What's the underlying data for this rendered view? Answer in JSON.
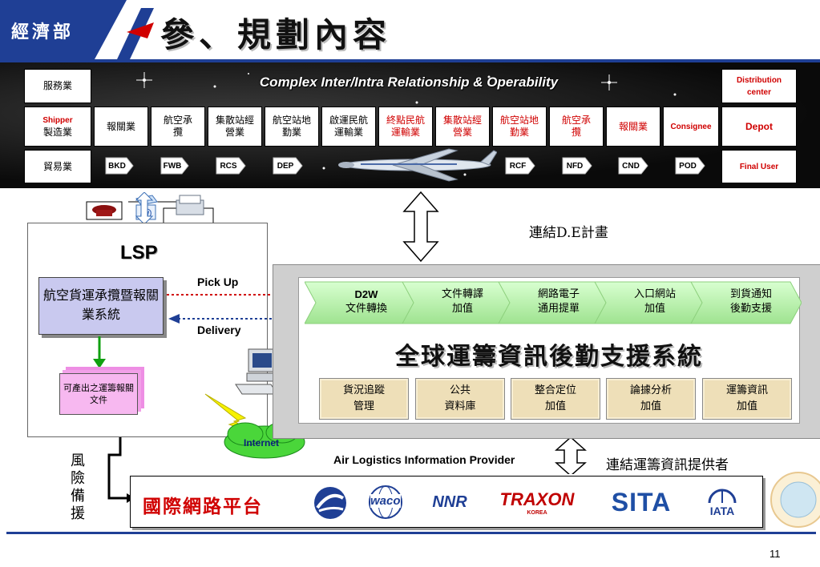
{
  "header": {
    "ministry": "經濟部",
    "title": "參、規劃內容"
  },
  "band": {
    "title": "Complex Inter/Intra Relationship & Operability",
    "row1": {
      "service": "服務業",
      "distribution": "Distribution center"
    },
    "row2": {
      "shipper_en": "Shipper",
      "shipper_zh": "製造業",
      "cells": [
        "報關業",
        "航空承攬",
        "集散站經營業",
        "航空站地勤業",
        "啟運民航運輸業",
        "終點民航運輸業",
        "集散站經營業",
        "航空站地勤業",
        "航空承攬",
        "報關業"
      ],
      "consignee": "Consignee",
      "depot": "Depot"
    },
    "row3": {
      "trade": "貿易業",
      "tags": [
        "BKD",
        "FWB",
        "RCS",
        "DEP",
        "RCF",
        "NFD",
        "CND",
        "POD"
      ],
      "final_user": "Final User"
    }
  },
  "lsp": {
    "label": "LSP",
    "system": "航空貨運承攬暨報關業系統",
    "docs": "可產出之運籌報關文件",
    "pickup": "Pick Up",
    "delivery": "Delivery"
  },
  "links": {
    "de_plan": "連結D.E計畫",
    "provider_en": "Air Logistics Information Provider",
    "provider_zh": "連結運籌資訊提供者",
    "internet": "Internet",
    "risk": "風險備援"
  },
  "global": {
    "title": "全球運籌資訊後勤支援系統",
    "chevrons": [
      {
        "line1": "D2W",
        "line2": "文件轉換"
      },
      {
        "line1": "文件轉譯",
        "line2": "加值"
      },
      {
        "line1": "網路電子",
        "line2": "通用提單"
      },
      {
        "line1": "入口網站",
        "line2": "加值"
      },
      {
        "line1": "到貨通知",
        "line2": "後勤支援"
      }
    ],
    "services": [
      {
        "line1": "貨況追蹤",
        "line2": "管理"
      },
      {
        "line1": "公共",
        "line2": "資料庫"
      },
      {
        "line1": "整合定位",
        "line2": "加值"
      },
      {
        "line1": "論據分析",
        "line2": "加值"
      },
      {
        "line1": "運籌資訊",
        "line2": "加值"
      }
    ]
  },
  "platform": {
    "title": "國際網路平台",
    "logos": [
      "waco",
      "NNR",
      "TRAXON",
      "SITA",
      "IATA"
    ],
    "traxon_sub": "KOREA"
  },
  "page_number": "11",
  "colors": {
    "brand_blue": "#1f3f95",
    "accent_red": "#d00000",
    "chevron_green": "#b8f0a8",
    "service_tan": "#eedfb8"
  }
}
